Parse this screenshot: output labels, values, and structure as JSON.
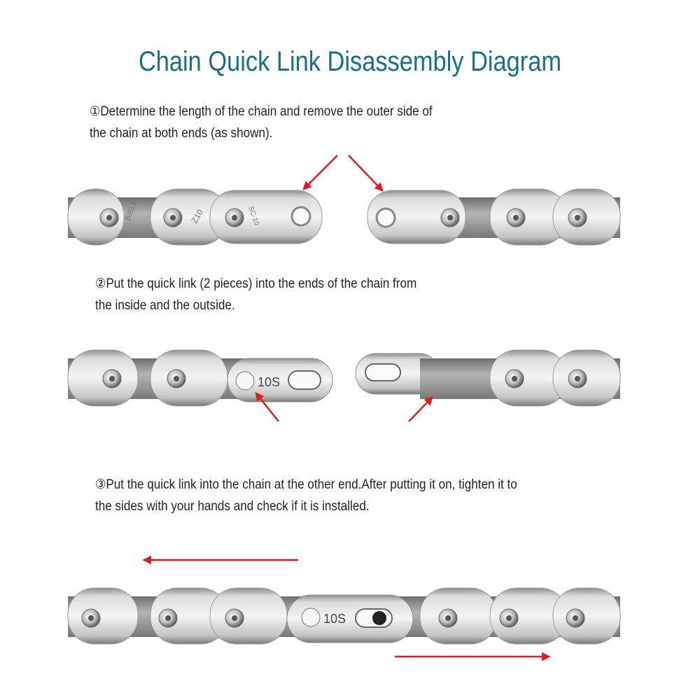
{
  "title": "Chain Quick Link Disassembly Diagram",
  "steps": [
    {
      "line1": "①Determine the length of the chain and remove the outer side of",
      "line2": "the chain at both ends (as shown)."
    },
    {
      "line1": "②Put the quick link (2 pieces) into the ends of the chain from",
      "line2": "the inside and the outside."
    },
    {
      "line1": "③Put the quick link into the chain at the other end.After putting it on, tighten it to",
      "line2": "the sides with your hands and check if it is installed."
    }
  ],
  "quick_link_label": "10S",
  "chain_markings": {
    "brand": "BIBLE",
    "model": "Z10",
    "spec": "SC-10"
  },
  "colors": {
    "title": "#1a6e86",
    "arrow": "#e01b1b",
    "chain": "#c9c9c9"
  }
}
